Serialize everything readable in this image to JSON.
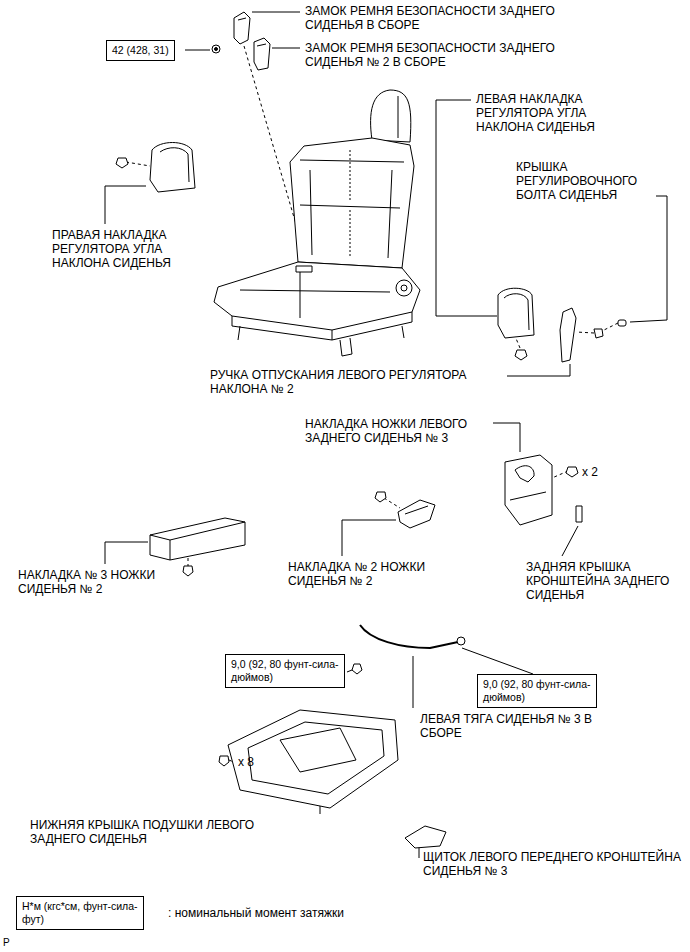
{
  "diagram": {
    "nodes": [
      {
        "text": [
          "42 (428, 31)"
        ]
      },
      {
        "text": [
          "9,0 (92, 80 фунт-сила-дюймов)"
        ]
      },
      {
        "text": [
          "9,0 (92, 80 фунт-сила-дюймов)"
        ]
      },
      {
        "text": [
          "Н*м (кгс*см, фунт-сила-фут)"
        ]
      }
    ],
    "labels": [
      "ЗАМОК РЕМНЯ БЕЗОПАСНОСТИ ЗАДНЕГО СИДЕНЬЯ В СБОРЕ",
      "ЗАМОК РЕМНЯ БЕЗОПАСНОСТИ ЗАДНЕГО СИДЕНЬЯ № 2 В СБОРЕ",
      "ЛЕВАЯ НАКЛАДКА РЕГУЛЯТОРА УГЛА НАКЛОНА СИДЕНЬЯ",
      "КРЫШКА РЕГУЛИРОВОЧНОГО БОЛТА СИДЕНЬЯ",
      "ПРАВАЯ НАКЛАДКА РЕГУЛЯТОРА УГЛА НАКЛОНА СИДЕНЬЯ",
      "РУЧКА ОТПУСКАНИЯ ЛЕВОГО РЕГУЛЯТОРА НАКЛОНА № 2",
      "НАКЛАДКА НОЖКИ ЛЕВОГО ЗАДНЕГО СИДЕНЬЯ № 3",
      "x 2",
      "НАКЛАДКА № 3 НОЖКИ СИДЕНЬЯ № 2",
      "НАКЛАДКА № 2 НОЖКИ СИДЕНЬЯ № 2",
      "ЗАДНЯЯ КРЫШКА КРОНШТЕЙНА ЗАДНЕГО СИДЕНЬЯ",
      "ЛЕВАЯ ТЯГА СИДЕНЬЯ № 3 В СБОРЕ",
      "x 8",
      "НИЖНЯЯ КРЫШКА ПОДУШКИ ЛЕВОГО ЗАДНЕГО СИДЕНЬЯ",
      "ЩИТОК ЛЕВОГО ПЕРЕДНЕГО КРОНШТЕЙНА СИДЕНЬЯ № 3",
      ": номинальный момент затяжки",
      "P"
    ]
  }
}
